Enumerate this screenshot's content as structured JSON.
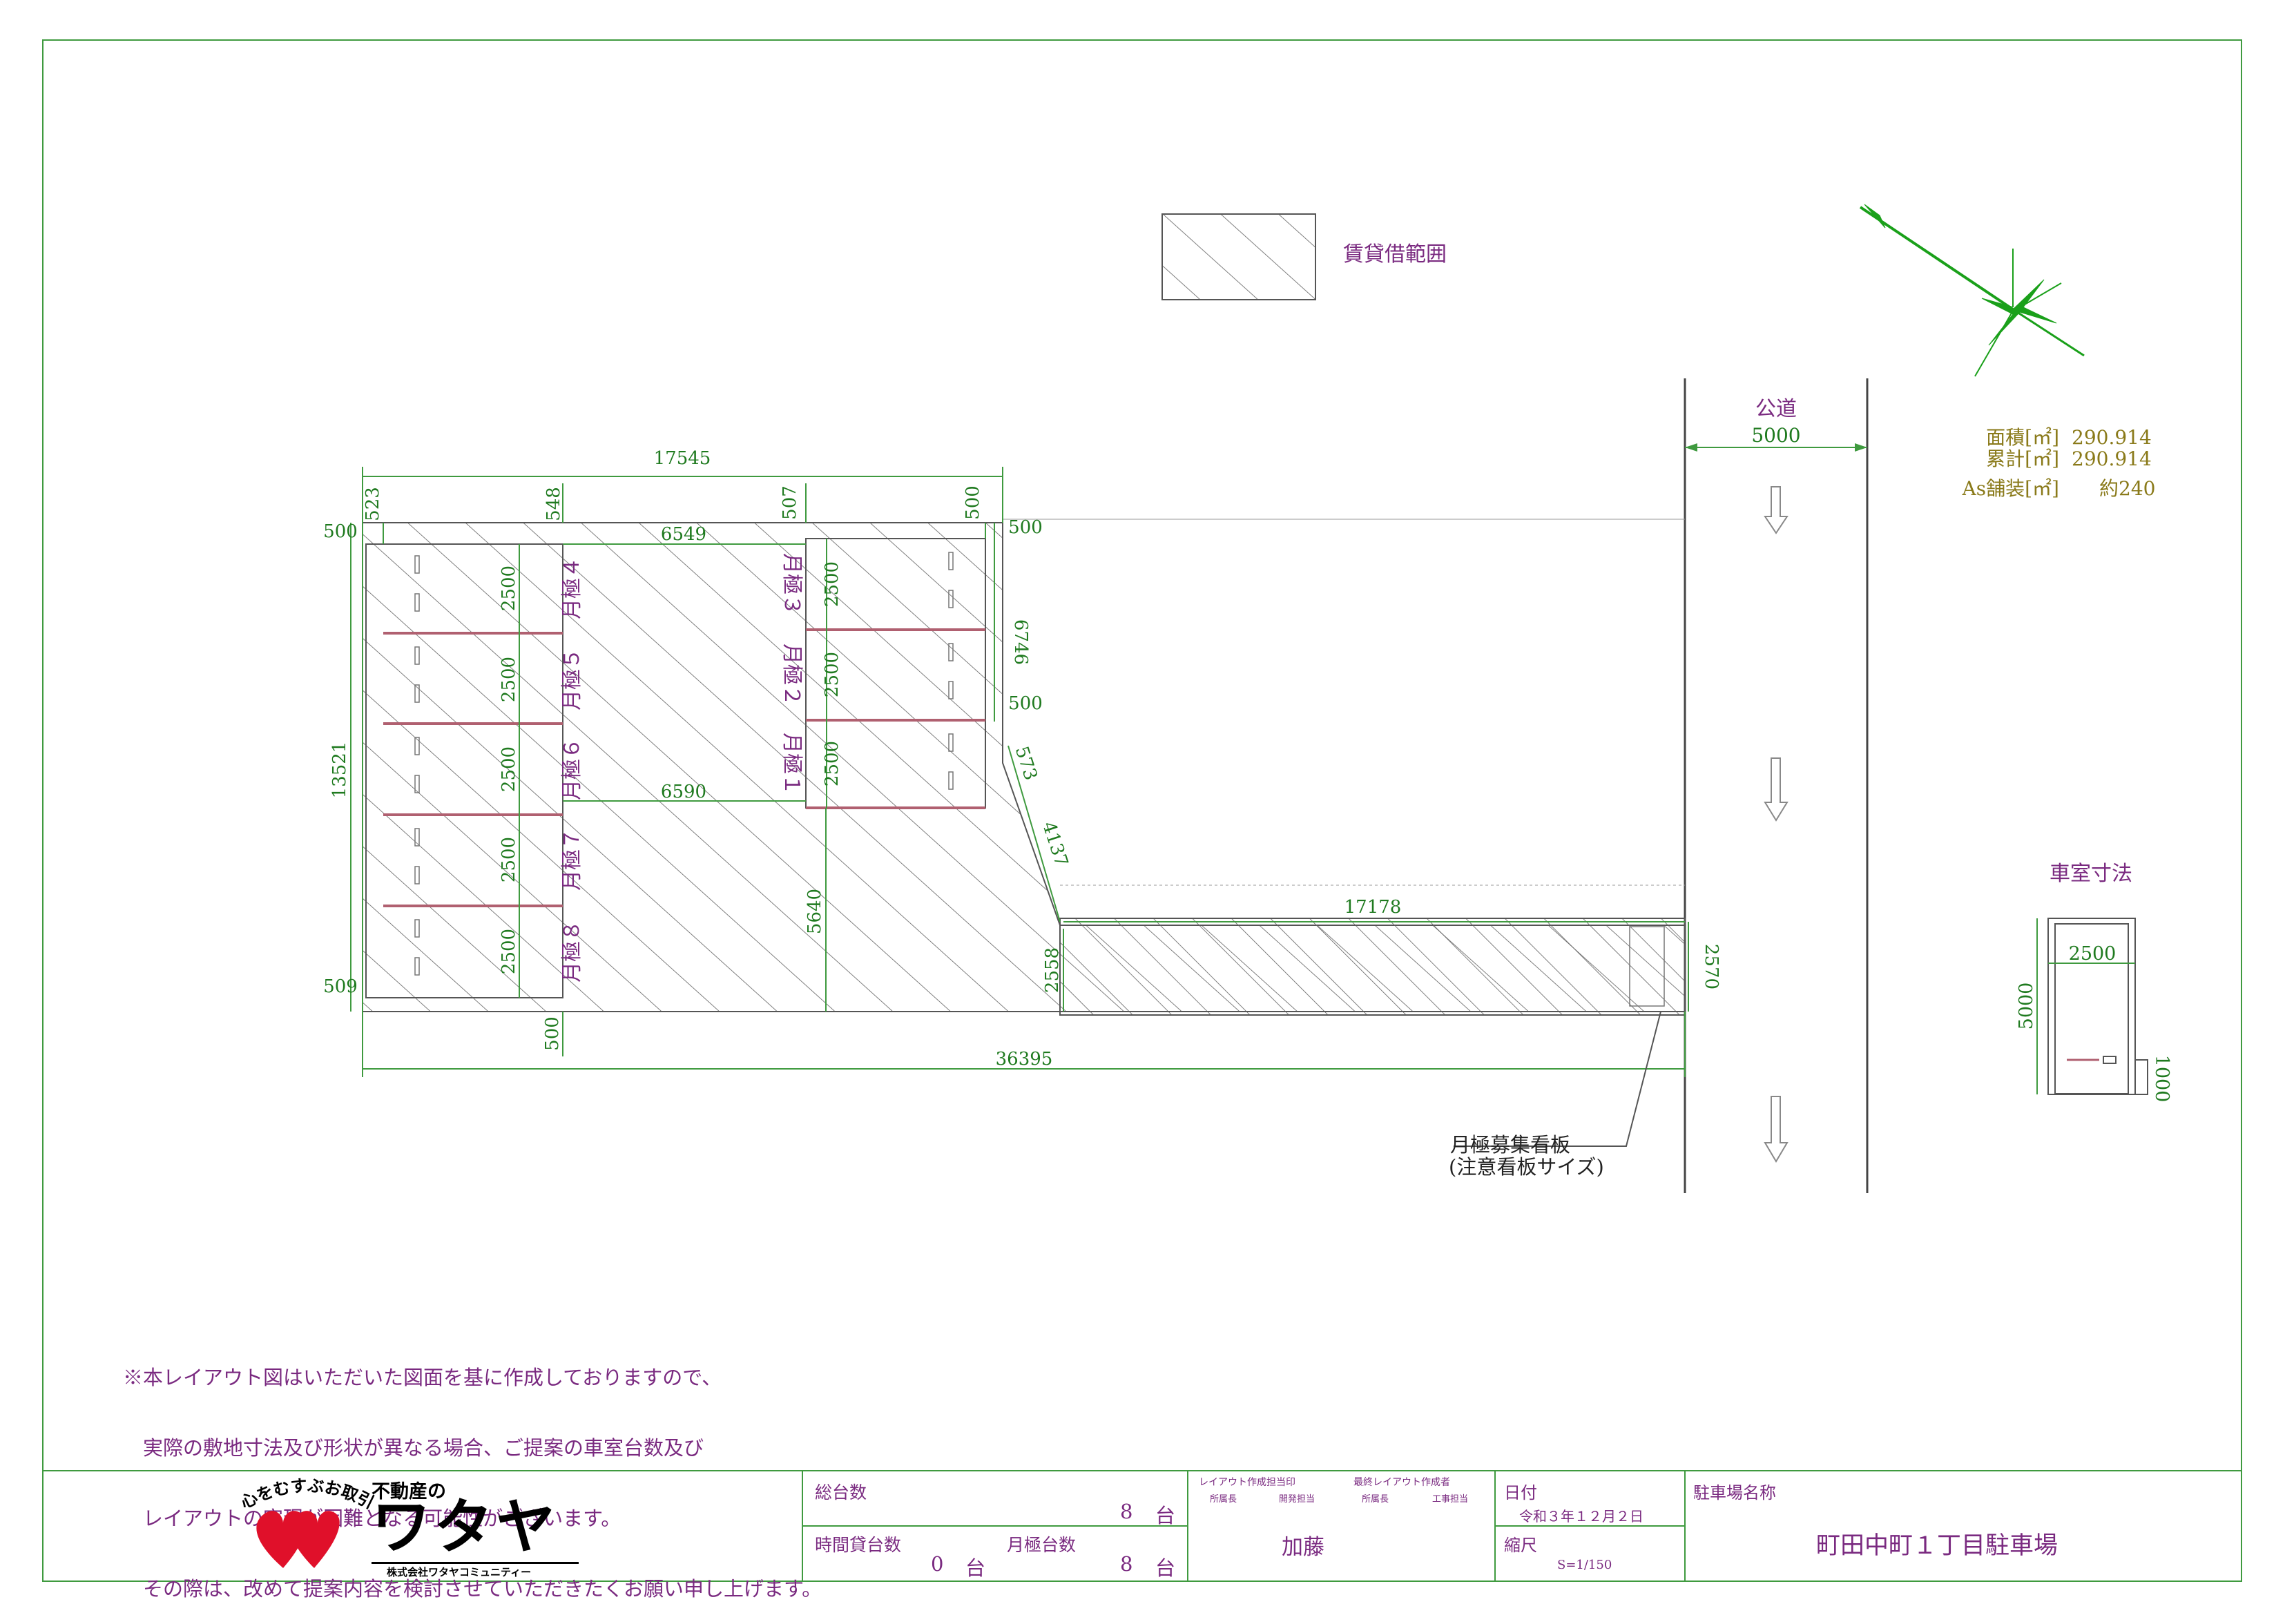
{
  "legend": {
    "label": "賃貸借範囲"
  },
  "road": {
    "label": "公道",
    "width": "5000"
  },
  "area": {
    "lines": [
      {
        "label": "面積[㎡]",
        "value": "290.914"
      },
      {
        "label": "累計[㎡]",
        "value": "290.914"
      },
      {
        "label": "As舗装[㎡]",
        "value": "約240"
      }
    ]
  },
  "dimensions": {
    "top_total": "17545",
    "top_left": "523",
    "top_mid1": "548",
    "top_mid2": "507",
    "top_right": "500",
    "left_top": "500",
    "right_top": "500",
    "inner_width_top": "6549",
    "inner_width_mid": "6590",
    "left_height": "13521",
    "right_height": "6746",
    "right_mid": "500",
    "diag_short": "573",
    "diag_long": "4137",
    "mid_height": "5640",
    "strip_height": "2558",
    "strip_length": "17178",
    "end_height": "2570",
    "left_bottom": "509",
    "bottom_offset": "500",
    "bottom_total": "36395",
    "stall_len": "2500"
  },
  "stalls_left": [
    "月極４",
    "月極５",
    "月極６",
    "月極７",
    "月極８"
  ],
  "stalls_right": [
    "月極３",
    "月極２",
    "月極１"
  ],
  "sign": {
    "line1": "月極募集看板",
    "line2": "(注意看板サイズ)"
  },
  "car_dims": {
    "title": "車室寸法",
    "width": "2500",
    "length": "5000",
    "stop": "1000"
  },
  "notes": [
    "※本レイアウト図はいただいた図面を基に作成しておりますので、",
    "　実際の敷地寸法及び形状が異なる場合、ご提案の車室台数及び",
    "　レイアウトの実現が困難となる可能性がございます。",
    "　その際は、改めて提案内容を検討させていただきたくお願い申し上げます。"
  ],
  "logo": {
    "tagline": "心をむすぶお取引",
    "sub": "不動産の",
    "name": "ワタヤ",
    "company": "株式会社ワタヤコミュニティー"
  },
  "title_block": {
    "total_label": "総台数",
    "total_value": "8",
    "unit": "台",
    "hourly_label": "時間貸台数",
    "hourly_value": "0",
    "monthly_label": "月極台数",
    "monthly_value": "8",
    "approvals_1": "レイアウト作成担当印",
    "approvals_2": "最終レイアウト作成者",
    "roles": [
      "所属長",
      "開発担当",
      "所属長",
      "工事担当"
    ],
    "author": "加藤",
    "date_label": "日付",
    "date_value": "令和３年１２月２日",
    "scale_label": "縮尺",
    "scale_value": "S=1/150",
    "lot_label": "駐車場名称",
    "lot_name": "町田中町１丁目駐車場"
  },
  "colors": {
    "line": "#3f9a3f",
    "text": "#7a2a80",
    "dim": "#1f7a1f",
    "stall_line": "#b06070",
    "compass": "#1aa01a",
    "area_text": "#8a7a1a",
    "hatch": "#606060"
  }
}
